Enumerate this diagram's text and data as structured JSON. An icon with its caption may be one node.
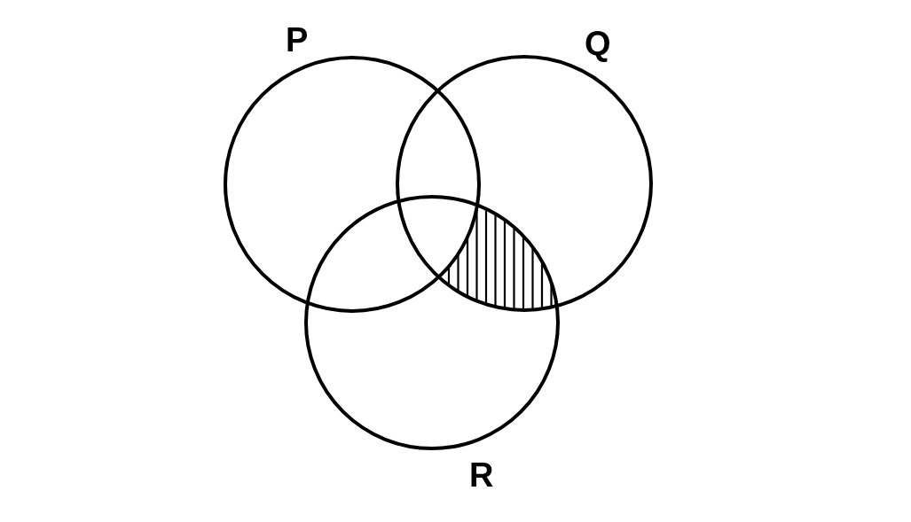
{
  "diagram": {
    "nodes": [
      {
        "text": [
          "P"
        ]
      },
      {
        "text": [
          "Q"
        ]
      },
      {
        "text": [
          "R"
        ]
      }
    ]
  }
}
